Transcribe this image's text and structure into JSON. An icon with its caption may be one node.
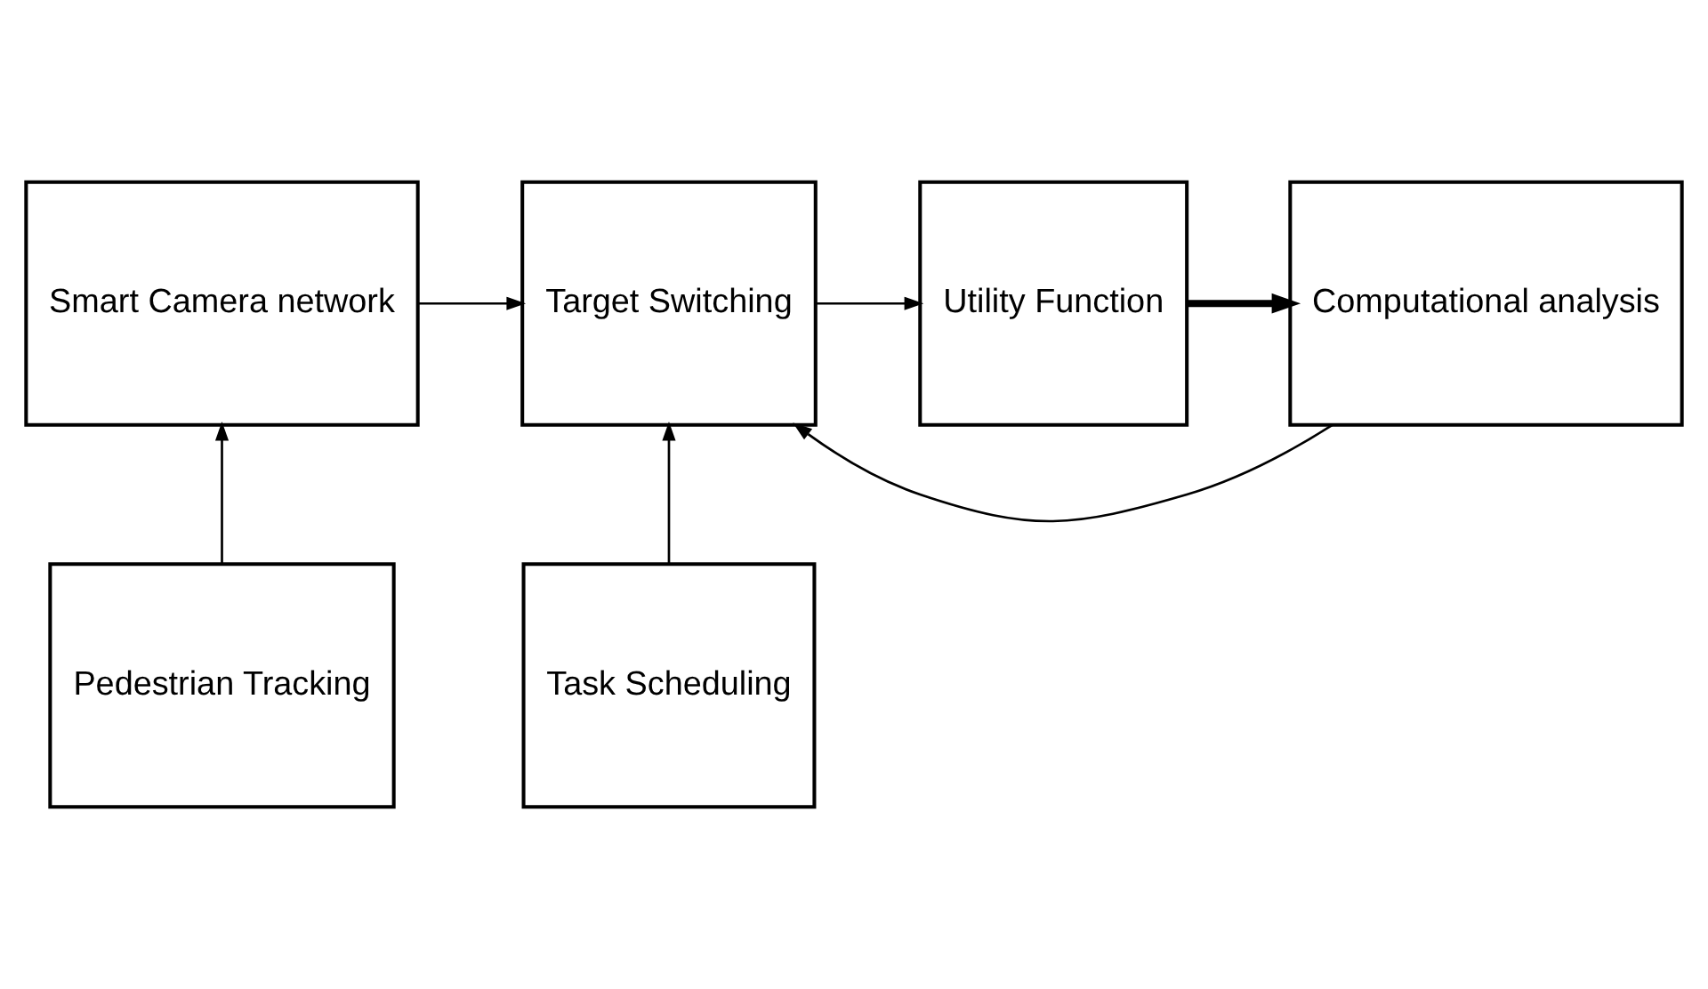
{
  "diagram": {
    "nodes": [
      {
        "text": [
          "Smart Camera network"
        ]
      },
      {
        "text": [
          "Target Switching"
        ]
      },
      {
        "text": [
          "Utility Function"
        ]
      },
      {
        "text": [
          "Computational analysis"
        ]
      },
      {
        "text": [
          "Pedestrian Tracking"
        ]
      },
      {
        "text": [
          "Task Scheduling"
        ]
      }
    ],
    "edges": [
      {
        "from": 0,
        "to": 1,
        "arrow": "to"
      },
      {
        "from": 1,
        "to": 2,
        "arrow": "to"
      },
      {
        "from": 2,
        "to": 3,
        "arrow": "to",
        "style": "thick"
      },
      {
        "from": 3,
        "to": 1,
        "arrow": "to"
      },
      {
        "from": 4,
        "to": 0,
        "arrow": "to"
      },
      {
        "from": 5,
        "to": 1,
        "arrow": "to"
      }
    ]
  }
}
